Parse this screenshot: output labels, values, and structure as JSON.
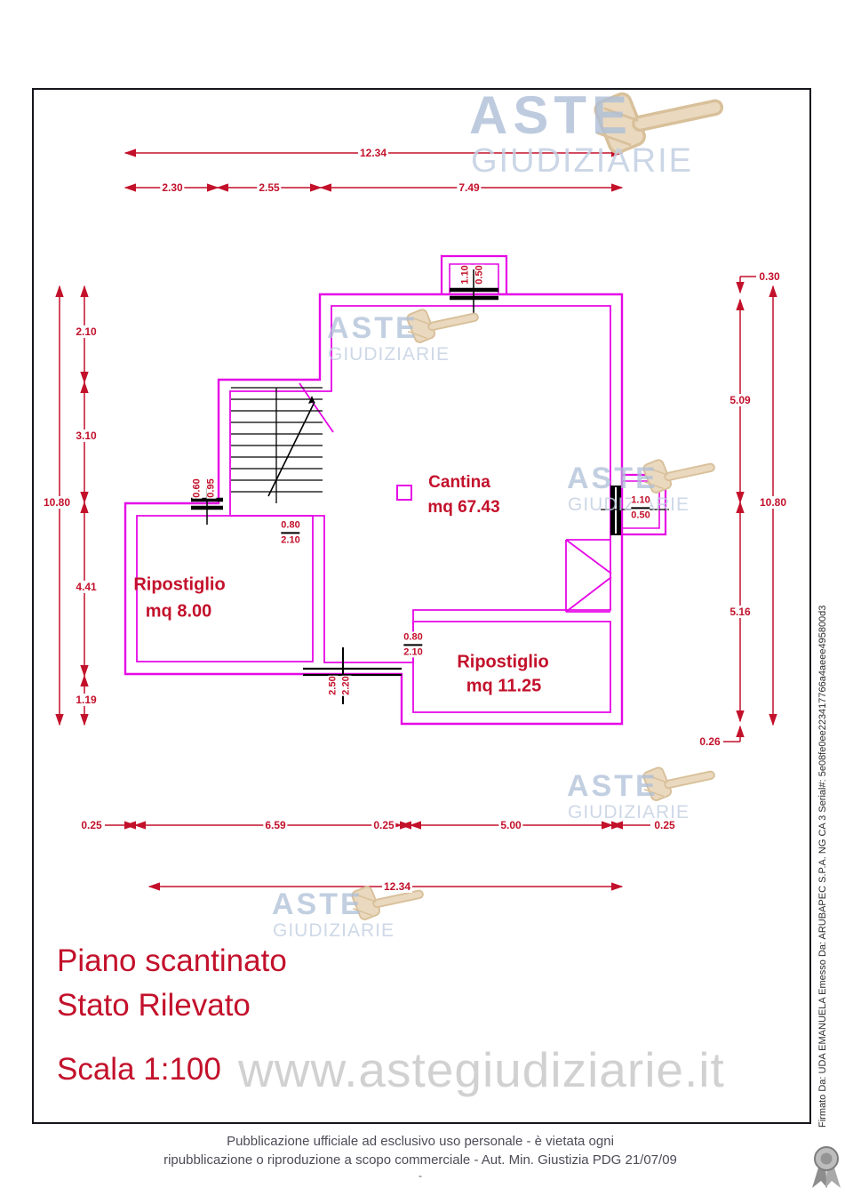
{
  "logo": {
    "aste": "ASTE",
    "giudiziarie": "GIUDIZIARIE"
  },
  "watermark": {
    "url": "www.astegiudiziarie.it"
  },
  "rooms": {
    "cantina": {
      "name": "Cantina",
      "area": "mq 67.43"
    },
    "ripostiglio_left": {
      "name": "Ripostiglio",
      "area": "mq 8.00"
    },
    "ripostiglio_right": {
      "name": "Ripostiglio",
      "area": "mq 11.25"
    }
  },
  "dims": {
    "top_total": "12.34",
    "top_seg": [
      "2.30",
      "2.55",
      "7.49"
    ],
    "left_total": "10.80",
    "left_seg": [
      "2.10",
      "3.10",
      "4.41",
      "1.19"
    ],
    "right_total": "10.80",
    "right_seg": [
      "0.30",
      "5.09",
      "5.16",
      "0.26"
    ],
    "bottom_seg": [
      "0.25",
      "6.59",
      "0.25",
      "5.00",
      "0.25"
    ],
    "bottom_total": "12.34"
  },
  "openings": {
    "top_window": {
      "w": "1.10",
      "h": "0.50"
    },
    "left_window": {
      "w": "0.60",
      "h": "0.95"
    },
    "left_door": {
      "w": "0.80",
      "h": "2.10"
    },
    "right_window": {
      "w": "1.10",
      "h": "0.50"
    },
    "storage_door": {
      "w": "0.80",
      "h": "2.10"
    },
    "bottom_opening": {
      "w": "2.50",
      "h": "2.20"
    }
  },
  "title_block": {
    "line1": "Piano scantinato",
    "line2": "Stato Rilevato",
    "scale": "Scala 1:100"
  },
  "footer": {
    "line1": "Pubblicazione ufficiale ad esclusivo uso personale - è vietata ogni",
    "line2": "ripubblicazione o riproduzione a scopo commerciale - Aut. Min. Giustizia PDG 21/07/09",
    "dash": "-"
  },
  "signature": "Firmato Da: UDA EMANUELA Emesso Da: ARUBAPEC S.P.A. NG CA 3 Serial#: 5e08fe0ee223417766a4aeee495800d3",
  "colors": {
    "dimension_red": "#c3112b",
    "wall_magenta": "#e607e6",
    "logo_blue": "#aebfd8",
    "watermark_gray": "#c9c9c9"
  }
}
